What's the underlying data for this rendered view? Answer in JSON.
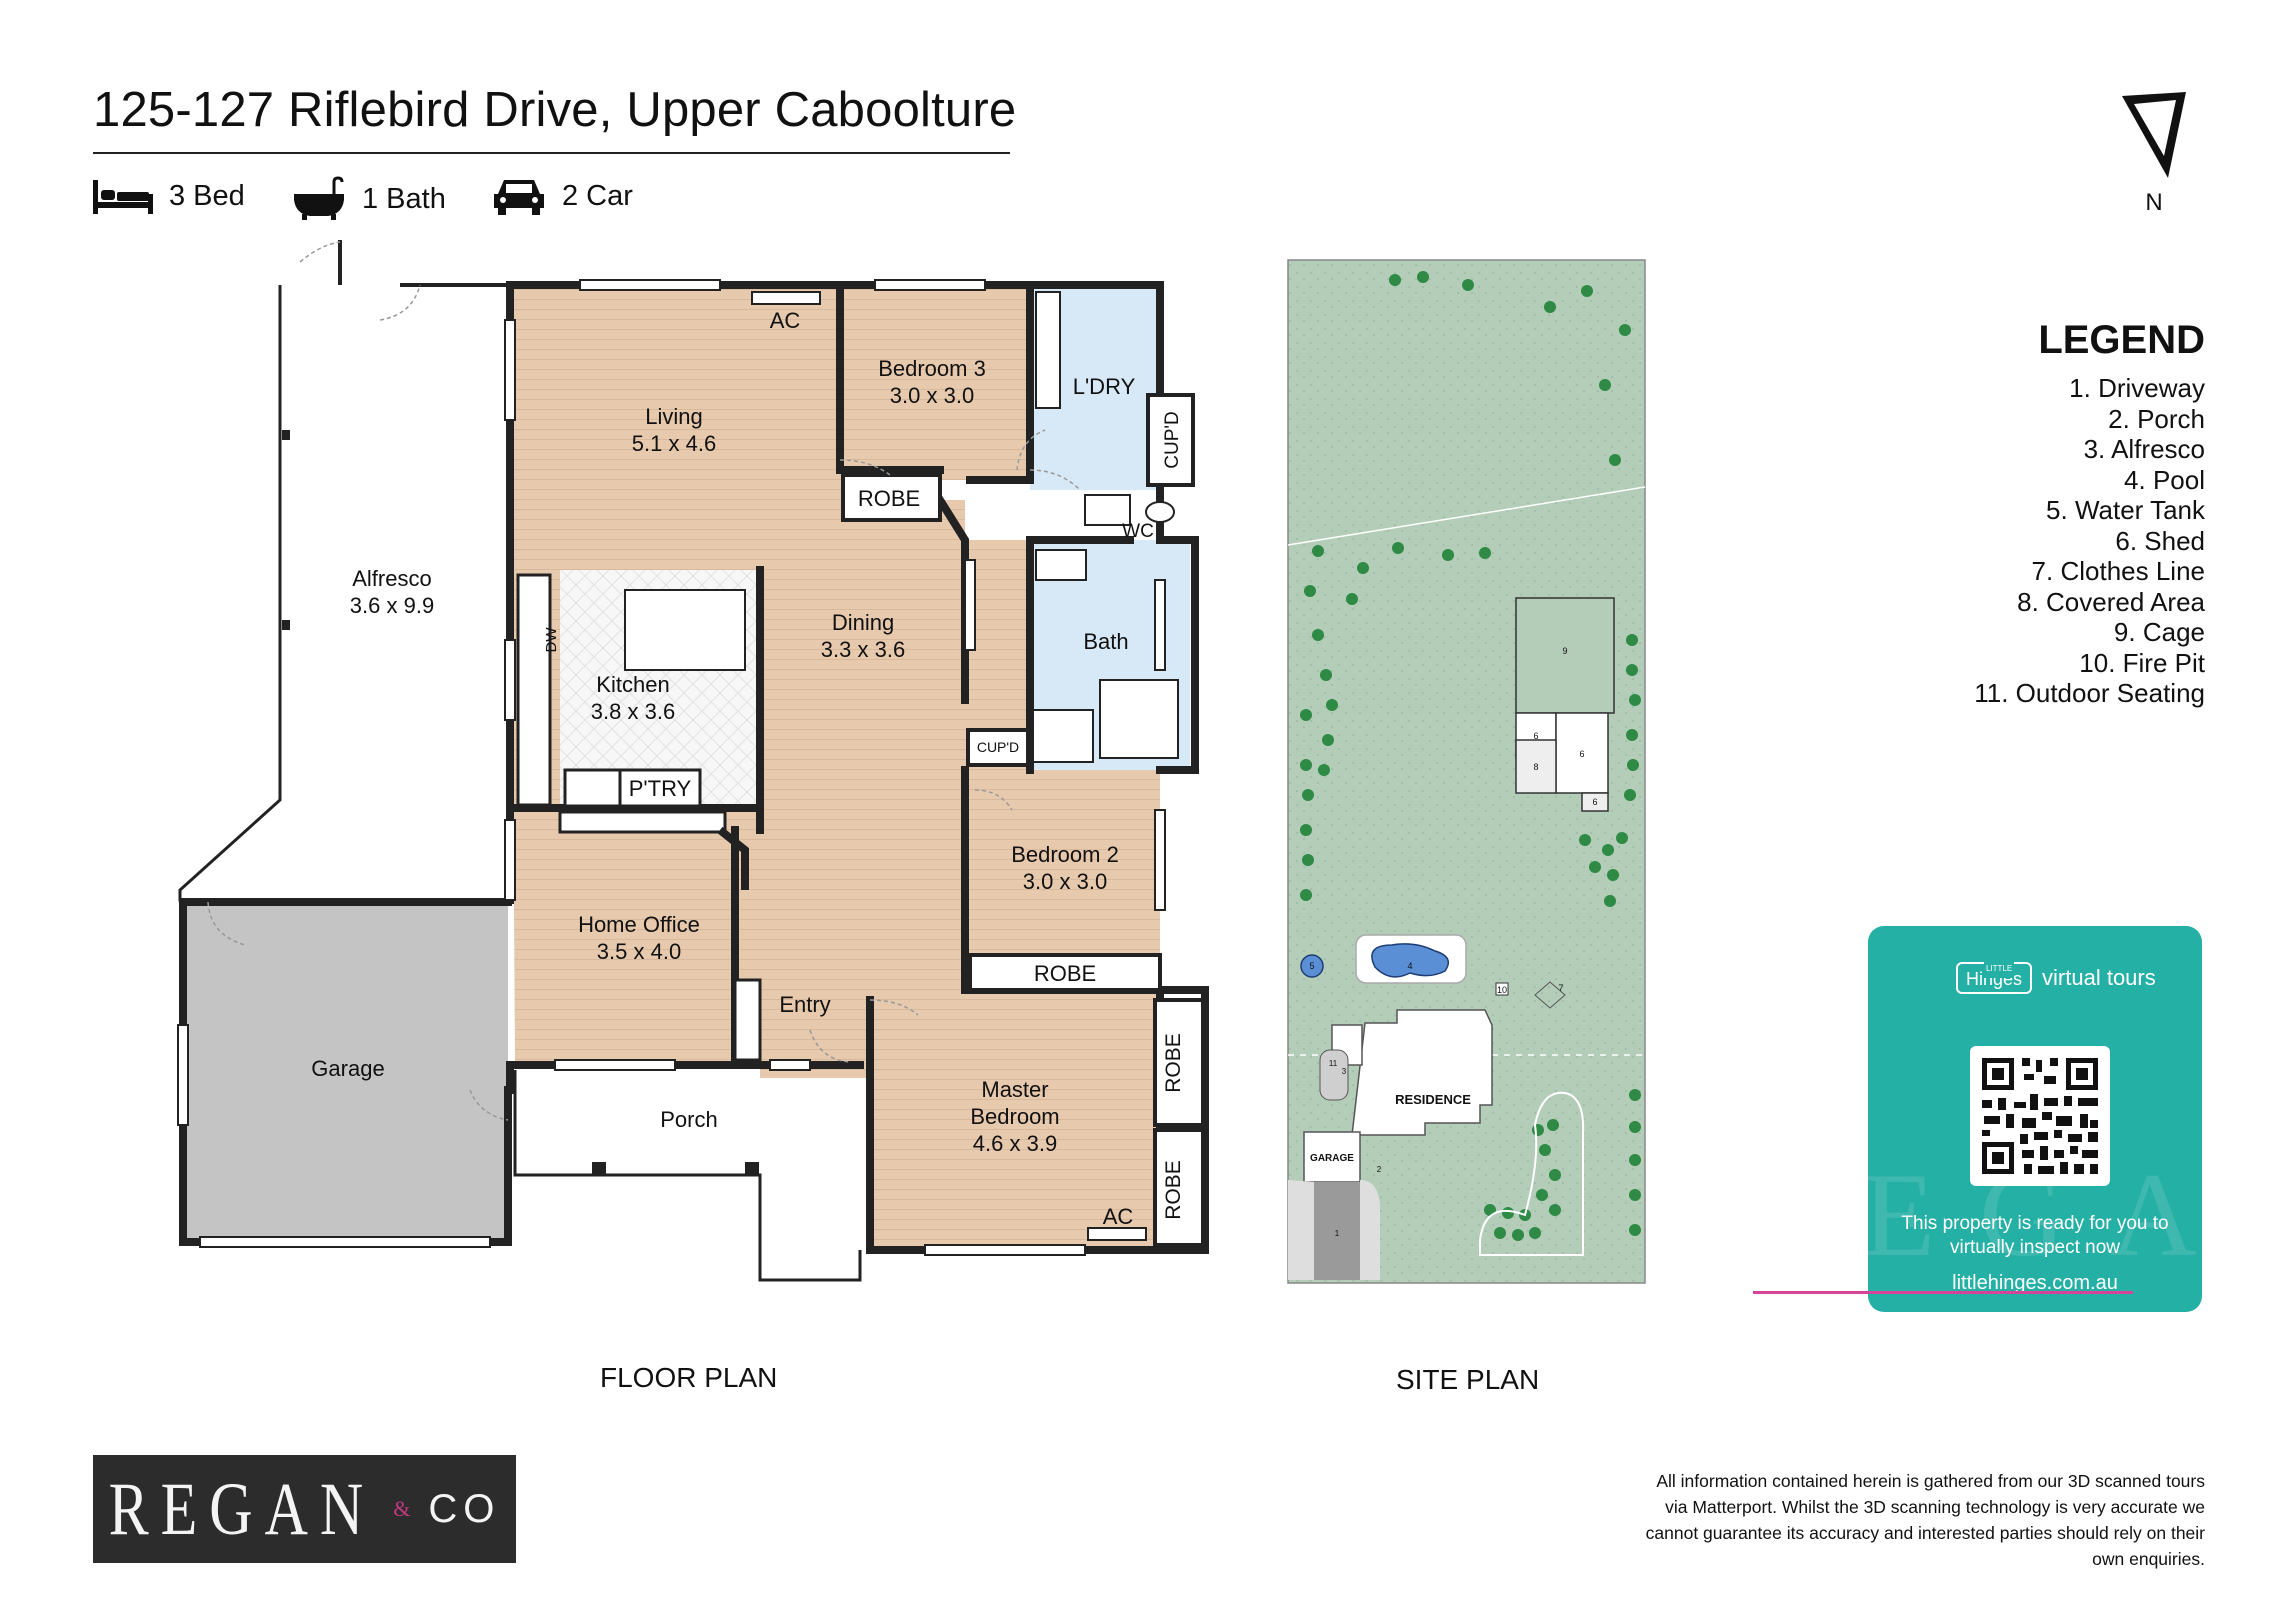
{
  "header": {
    "address": "125-127 Riflebird Drive, Upper Caboolture",
    "features": [
      {
        "icon": "bed-icon",
        "label": "3 Bed"
      },
      {
        "icon": "bath-icon",
        "label": "1 Bath"
      },
      {
        "icon": "car-icon",
        "label": "2 Car"
      }
    ]
  },
  "compass": {
    "label": "N"
  },
  "floor_plan": {
    "caption": "FLOOR PLAN",
    "rooms": [
      {
        "name": "Living",
        "size": "5.1 x 4.6"
      },
      {
        "name": "Bedroom 3",
        "size": "3.0 x 3.0"
      },
      {
        "name": "Alfresco",
        "size": "3.6 x 9.9"
      },
      {
        "name": "Kitchen",
        "size": "3.8 x 3.6"
      },
      {
        "name": "Dining",
        "size": "3.3 x 3.6"
      },
      {
        "name": "Bath",
        "size": ""
      },
      {
        "name": "Bedroom 2",
        "size": "3.0 x 3.0"
      },
      {
        "name": "Home Office",
        "size": "3.5 x 4.0"
      },
      {
        "name": "Garage",
        "size": ""
      },
      {
        "name": "Porch",
        "size": ""
      },
      {
        "name": "Entry",
        "size": ""
      },
      {
        "name": "Master",
        "size": "Bedroom"
      },
      {
        "name": "4.6 x 3.9",
        "size": ""
      }
    ],
    "labels": {
      "ac": "AC",
      "laundry": "L'DRY",
      "cupboard": "CUP'D",
      "robe": "ROBE",
      "wc": "WC",
      "dishwasher": "DW",
      "pantry": "P'TRY"
    }
  },
  "site_plan": {
    "caption": "SITE PLAN",
    "residence": "RESIDENCE",
    "garage": "GARAGE",
    "markers": [
      "1",
      "2",
      "3",
      "4",
      "5",
      "6",
      "7",
      "8",
      "9",
      "10",
      "11"
    ]
  },
  "legend": {
    "title": "LEGEND",
    "items": [
      "1. Driveway",
      "2. Porch",
      "3. Alfresco",
      "4. Pool",
      "5. Water Tank",
      "6. Shed",
      "7. Clothes Line",
      "8. Covered Area",
      "9. Cage",
      "10. Fire Pit",
      "11. Outdoor Seating"
    ]
  },
  "virtual_tours": {
    "brand_little": "LITTLE",
    "brand_hinges": "Hinges",
    "brand_word": "virtual tours",
    "message": "This property is ready for you to virtually inspect now",
    "url": "littlehinges.com.au",
    "watermark": "EGAN"
  },
  "logo": {
    "main": "REGAN",
    "amp": "&",
    "co": "CO"
  },
  "disclaimer": "All information contained herein is gathered from our 3D scanned tours via Matterport. Whilst the 3D scanning technology is very accurate we cannot guarantee its accuracy and interested parties should rely on their own enquiries.",
  "colors": {
    "timber": "#e7c9ae",
    "tile": "#d7e8f6",
    "garage": "#c4c4c4",
    "lawn": "#b3cdb9",
    "teal": "#25b0a5",
    "pink": "#d6449a",
    "logo_bg": "#2d2c2d"
  }
}
